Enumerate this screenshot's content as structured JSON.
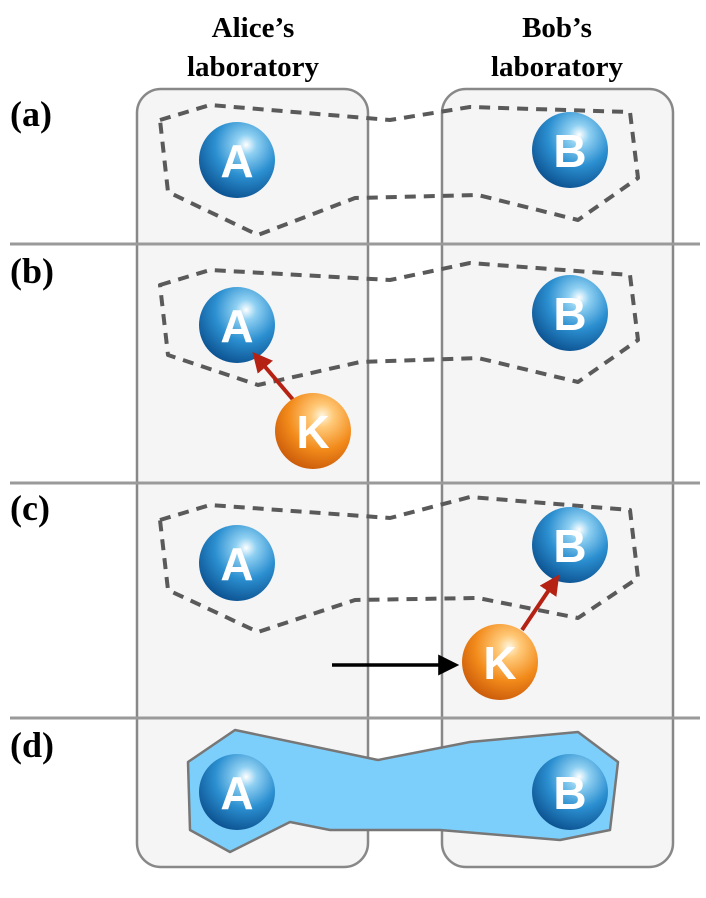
{
  "headers": {
    "alice_line1": "Alice’s",
    "alice_line2": "laboratory",
    "bob_line1": "Bob’s",
    "bob_line2": "laboratory"
  },
  "panels": [
    {
      "label": "(a)"
    },
    {
      "label": "(b)"
    },
    {
      "label": "(c)"
    },
    {
      "label": "(d)"
    }
  ],
  "particles": {
    "alice": "A",
    "bob": "B",
    "key": "K"
  },
  "colors": {
    "blue_particle": "#1a7fc4",
    "orange_particle": "#f08a1c",
    "entanglement_fill": "#7dcffb",
    "interaction_arrow": "#b52214",
    "transfer_arrow": "#000000"
  }
}
